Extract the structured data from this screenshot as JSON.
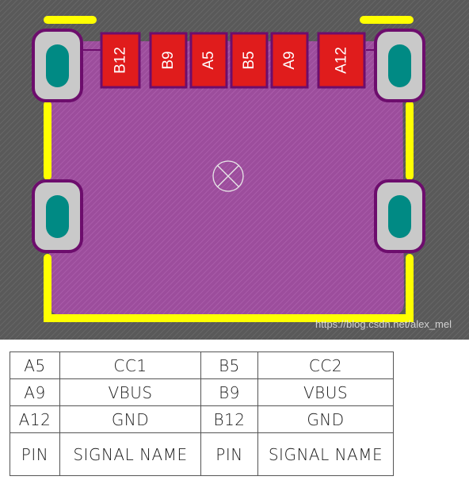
{
  "pads": [
    "B12",
    "B9",
    "A5",
    "B5",
    "A9",
    "A12"
  ],
  "watermark": "https://blog.csdn.net/alex_mel",
  "table": {
    "rows": [
      [
        "A5",
        "CC1",
        "B5",
        "CC2"
      ],
      [
        "A9",
        "VBUS",
        "B9",
        "VBUS"
      ],
      [
        "A12",
        "GND",
        "B12",
        "GND"
      ]
    ],
    "header": [
      "PIN",
      "SIGNAL NAME",
      "PIN",
      "SIGNAL NAME"
    ]
  },
  "colors": {
    "board": "#595959",
    "body": "#9c4d9c",
    "outline": "#ffff00",
    "pad": "#e01c1c",
    "pad_border": "#6d0d6d",
    "hole": "#008a84",
    "hole_ring": "#c9c9c9",
    "mark": "#e8e8e8"
  }
}
